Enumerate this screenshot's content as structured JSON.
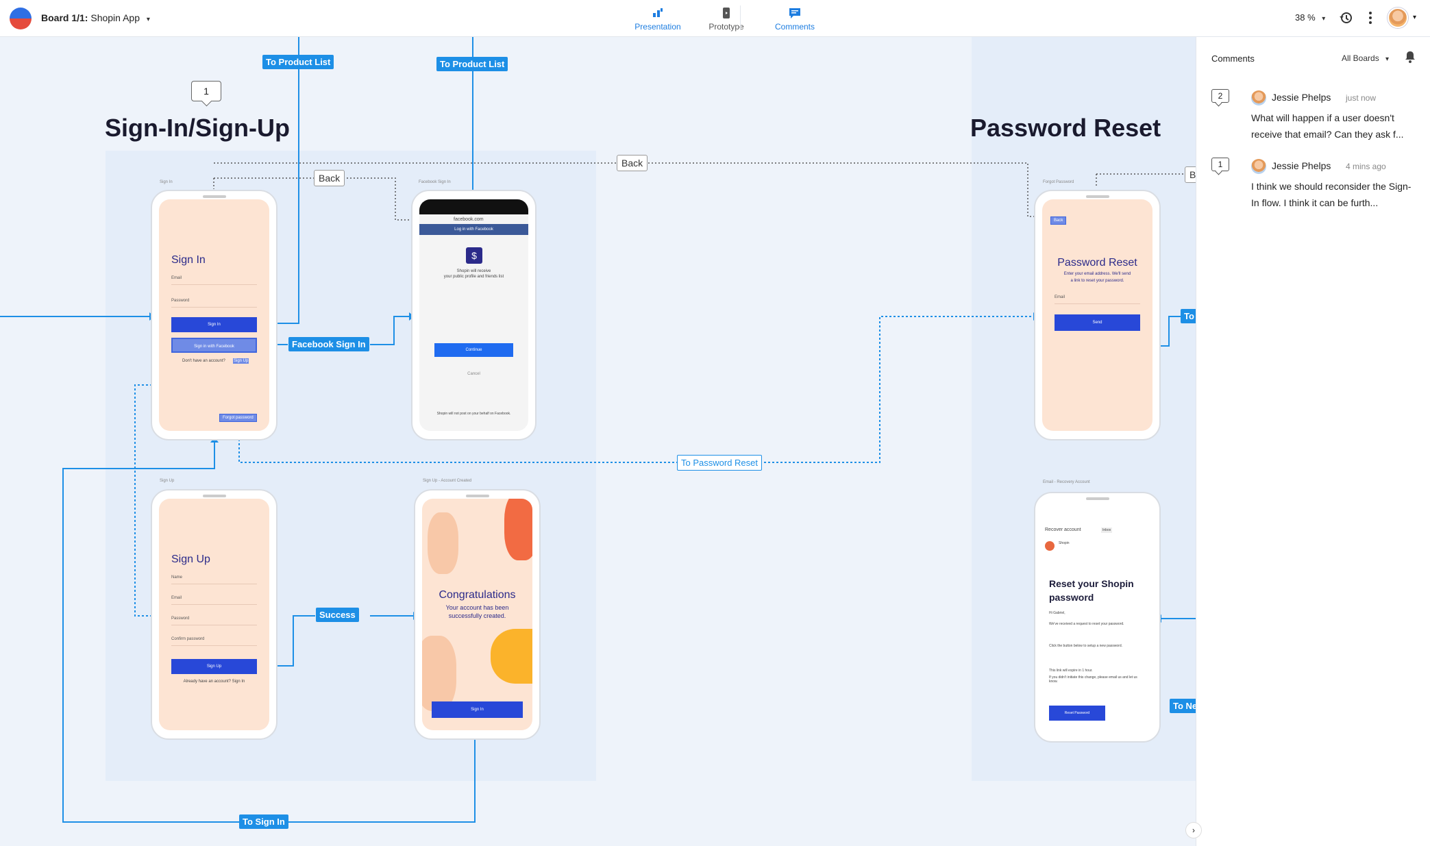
{
  "app": {
    "board_label": "Board 1/1:",
    "board_name": "Shopin App",
    "modes": [
      {
        "label": "Presentation",
        "icon": "presentation-icon"
      },
      {
        "label": "Prototype",
        "icon": "prototype-icon"
      },
      {
        "label": "Comments",
        "icon": "comments-icon"
      }
    ],
    "active_mode": "Comments",
    "zoom": "38 %",
    "accent": "#1d7de0"
  },
  "canvas": {
    "sections": [
      {
        "title": "Sign-In/Sign-Up"
      },
      {
        "title": "Password Reset"
      }
    ],
    "comment_marker": "1",
    "screen_labels": {
      "sign_in": "Sign In",
      "facebook": "Facebook Sign In",
      "sign_up": "Sign Up",
      "created": "Sign Up - Account Created",
      "forgot": "Forgot Password",
      "email": "Email - Recovery Account"
    },
    "sign_in": {
      "title": "Sign In",
      "email": "Email",
      "password": "Password",
      "signin_btn": "Sign In",
      "fb_btn": "Sign in with Facebook",
      "no_account": "Don't have an account?",
      "signup_link": "Sign Up",
      "forgot": "Forgot password"
    },
    "facebook": {
      "url": "facebook.com",
      "header": "Log in with Facebook",
      "msg1": "Shopin will receive",
      "msg2": "your public profile and friends list",
      "continue": "Continue",
      "cancel": "Cancel",
      "footer": "Shopin will not post on your behalf on Facebook."
    },
    "sign_up": {
      "title": "Sign Up",
      "name": "Name",
      "email": "Email",
      "password": "Password",
      "confirm": "Confirm password",
      "btn": "Sign Up",
      "already": "Already have an account? Sign In"
    },
    "congrats": {
      "title": "Congratulations",
      "msg1": "Your account has been",
      "msg2": "successfully created.",
      "btn": "Sign In"
    },
    "pw_reset": {
      "back": "Back",
      "title": "Password Reset",
      "msg1": "Enter your email address. We'll send",
      "msg2": "a link to reset your password.",
      "email": "Email",
      "btn": "Send"
    },
    "email": {
      "subject": "Recover account",
      "inbox": "Inbox",
      "sender": "Shopin",
      "title1": "Reset your Shopin",
      "title2": "password",
      "hi": "Hi Gabriel,",
      "p1": "We've received a request to reset your password.",
      "p2": "Click the button below to setup a new password.",
      "p3": "This link will expire in 1 hour.",
      "p4": "If you didn't initiate this change, please email us and let us know.",
      "btn": "Reset Password"
    },
    "links": {
      "to_product_list_1": "To Product List",
      "to_product_list_2": "To Product List",
      "back_1": "Back",
      "back_2": "Back",
      "back_3": "B",
      "facebook_sign_in": "Facebook Sign In",
      "to_password_reset": "To Password Reset",
      "success": "Success",
      "to_sign_in": "To Sign In",
      "to_right": "To",
      "to_ne": "To Ne"
    }
  },
  "comments_panel": {
    "title": "Comments",
    "filter": "All Boards",
    "items": [
      {
        "num": "2",
        "author": "Jessie Phelps",
        "time": "just now",
        "text": "What will happen if a user doesn't receive that email? Can they ask f..."
      },
      {
        "num": "1",
        "author": "Jessie Phelps",
        "time": "4 mins ago",
        "text": "I think we should reconsider the Sign-In flow. I think it can be furth..."
      }
    ]
  }
}
